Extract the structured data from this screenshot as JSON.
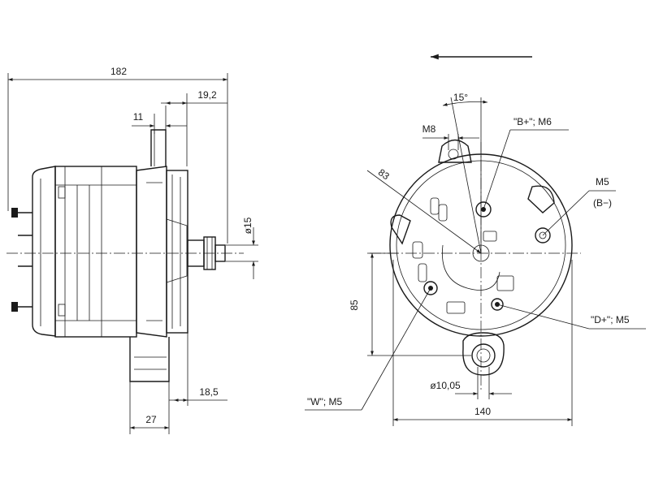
{
  "side_view": {
    "overall_length": "182",
    "flange_offset": "19,2",
    "mount_width": "11",
    "shaft_diameter": "ø15",
    "pulley_offset": "18,5",
    "foot_width": "27"
  },
  "front_view": {
    "angle": "15°",
    "thread_b_plus": "M8",
    "radius": "83",
    "height": "85",
    "hole_diameter": "ø10,05",
    "width": "140",
    "terminal_b_plus": "\"B+\"; M6",
    "terminal_b_minus_thread": "M5",
    "terminal_b_minus_name": "(B−)",
    "terminal_d_plus": "\"D+\"; M5",
    "terminal_w": "\"W\"; M5"
  }
}
